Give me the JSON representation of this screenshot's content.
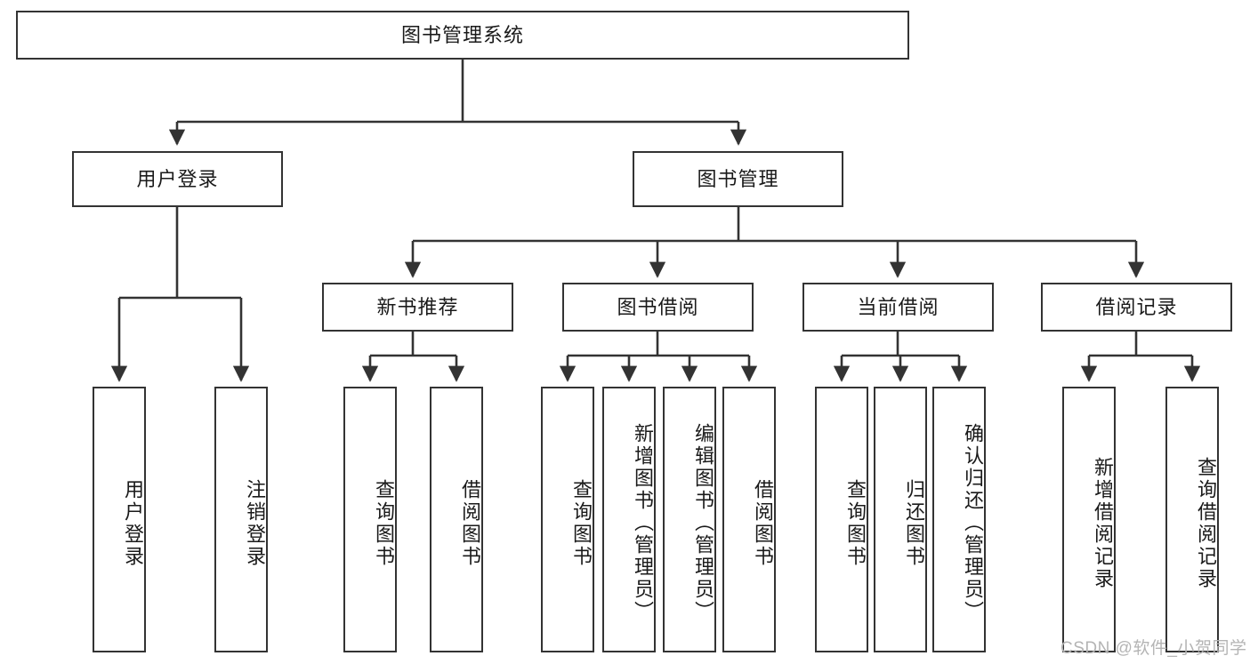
{
  "diagram": {
    "type": "tree",
    "title": "图书管理系统",
    "watermark": "CSDN @软件_小贺同学",
    "colors": {
      "box_border": "#333333",
      "box_fill": "#ffffff",
      "connector": "#333333",
      "text": "#1a1a1a",
      "watermark": "#b4b4b4",
      "background": "#ffffff"
    },
    "levels": {
      "root": {
        "label": "图书管理系统"
      },
      "level2": [
        {
          "label": "用户登录"
        },
        {
          "label": "图书管理"
        }
      ],
      "level3": [
        {
          "label": "新书推荐"
        },
        {
          "label": "图书借阅"
        },
        {
          "label": "当前借阅"
        },
        {
          "label": "借阅记录"
        }
      ],
      "level4": {
        "under_user_login": [
          {
            "label": "用户登录"
          },
          {
            "label": "注销登录"
          }
        ],
        "under_new_book": [
          {
            "label": "查询图书"
          },
          {
            "label": "借阅图书"
          }
        ],
        "under_book_borrow": [
          {
            "label": "查询图书"
          },
          {
            "label": "新增图书（管理员）"
          },
          {
            "label": "编辑图书（管理员）"
          },
          {
            "label": "借阅图书"
          }
        ],
        "under_current_borrow": [
          {
            "label": "查询图书"
          },
          {
            "label": "归还图书"
          },
          {
            "label": "确认归还（管理员）"
          }
        ],
        "under_borrow_record": [
          {
            "label": "新增借阅记录"
          },
          {
            "label": "查询借阅记录"
          }
        ]
      }
    }
  }
}
